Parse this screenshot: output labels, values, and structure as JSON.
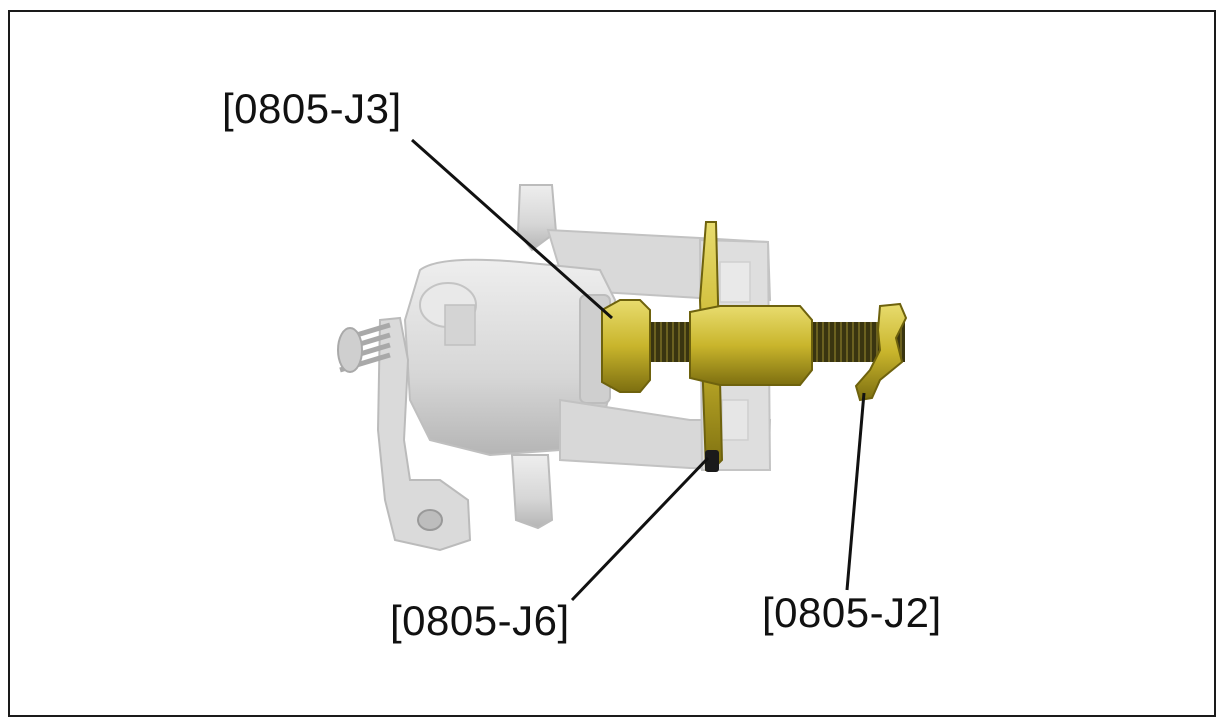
{
  "labels": {
    "j3": "[0805-J3]",
    "j6": "[0805-J6]",
    "j2": "[0805-J2]"
  },
  "colors": {
    "caliper": "#dcdcdc",
    "caliper_shade": "#bdbdbd",
    "tool_gold": "#c9b52c",
    "tool_gold_light": "#e6d96a",
    "tool_gold_dark": "#8a7a12",
    "thread": "#2a2a10",
    "leader": "#111111",
    "border": "#1a1a1a"
  }
}
